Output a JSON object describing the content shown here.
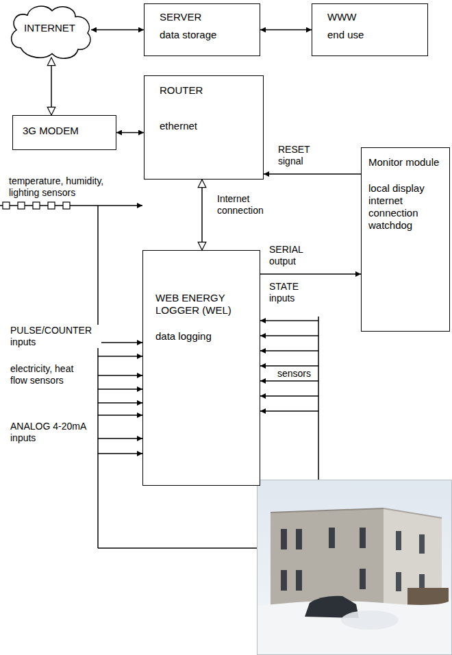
{
  "diagram": {
    "nodes": [
      {
        "text": [
          "INTERNET"
        ]
      },
      {
        "text": [
          "SERVER",
          "data storage"
        ]
      },
      {
        "text": [
          "WWW",
          "end use"
        ]
      },
      {
        "text": [
          "ROUTER",
          "ethernet"
        ]
      },
      {
        "text": [
          "3G MODEM"
        ]
      },
      {
        "text": [
          "Monitor module",
          "local display internet connection watchdog"
        ]
      },
      {
        "text": [
          "WEB ENERGY LOGGER (WEL)",
          "data logging"
        ]
      }
    ],
    "edges": [
      {
        "from": 0,
        "to": 1,
        "arrow": "both"
      },
      {
        "from": 1,
        "to": 2,
        "arrow": "both"
      },
      {
        "from": 0,
        "to": 4,
        "arrow": "both"
      },
      {
        "from": 4,
        "to": 3,
        "arrow": "both"
      },
      {
        "from": 5,
        "to": 3,
        "label": "RESET signal",
        "arrow": "to"
      },
      {
        "from": 3,
        "to": 6,
        "label": "Internet connection",
        "arrow": "both"
      },
      {
        "from": 6,
        "to": 5,
        "label": "SERIAL output",
        "arrow": "to"
      }
    ],
    "labels": [
      "temperature, humidity, lighting sensors",
      "PULSE/COUNTER inputs",
      "electricity, heat flow sensors",
      "ANALOG 4-20mA inputs",
      "STATE inputs",
      "sensors"
    ]
  }
}
